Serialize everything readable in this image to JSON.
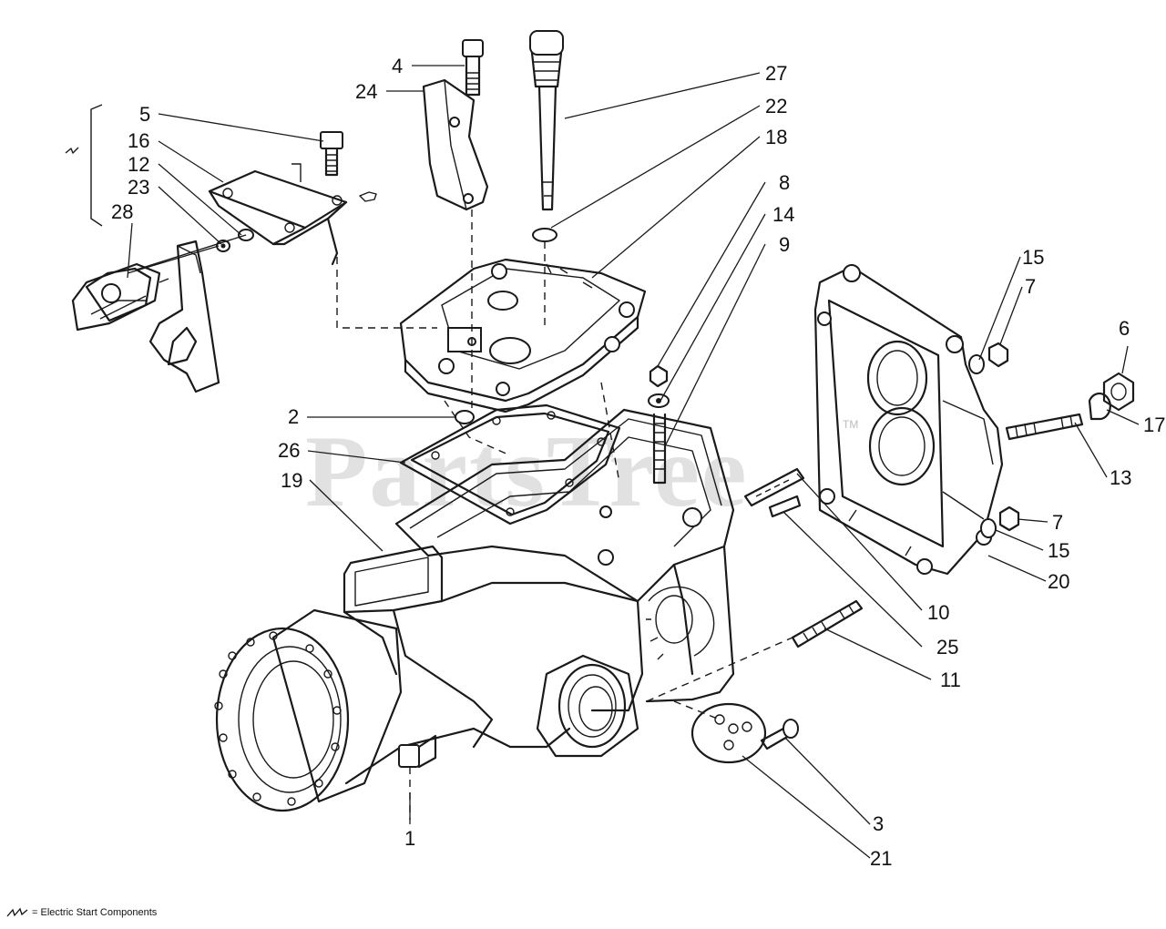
{
  "watermark": "PartsTree",
  "watermark_mark": "TM",
  "legend": {
    "text": "= Electric Start Components"
  },
  "callouts": [
    {
      "id": "c4",
      "text": "4"
    },
    {
      "id": "c24",
      "text": "24"
    },
    {
      "id": "c27",
      "text": "27"
    },
    {
      "id": "c22",
      "text": "22"
    },
    {
      "id": "c18",
      "text": "18"
    },
    {
      "id": "c5",
      "text": "5"
    },
    {
      "id": "c16",
      "text": "16"
    },
    {
      "id": "c12",
      "text": "12"
    },
    {
      "id": "c23",
      "text": "23"
    },
    {
      "id": "c28",
      "text": "28"
    },
    {
      "id": "c8",
      "text": "8"
    },
    {
      "id": "c14",
      "text": "14"
    },
    {
      "id": "c9",
      "text": "9"
    },
    {
      "id": "c15a",
      "text": "15"
    },
    {
      "id": "c7a",
      "text": "7"
    },
    {
      "id": "c6",
      "text": "6"
    },
    {
      "id": "c17",
      "text": "17"
    },
    {
      "id": "c13",
      "text": "13"
    },
    {
      "id": "c7b",
      "text": "7"
    },
    {
      "id": "c15b",
      "text": "15"
    },
    {
      "id": "c20",
      "text": "20"
    },
    {
      "id": "c2",
      "text": "2"
    },
    {
      "id": "c26",
      "text": "26"
    },
    {
      "id": "c19",
      "text": "19"
    },
    {
      "id": "c10",
      "text": "10"
    },
    {
      "id": "c25",
      "text": "25"
    },
    {
      "id": "c11",
      "text": "11"
    },
    {
      "id": "c3",
      "text": "3"
    },
    {
      "id": "c21",
      "text": "21"
    },
    {
      "id": "c1",
      "text": "1"
    }
  ]
}
